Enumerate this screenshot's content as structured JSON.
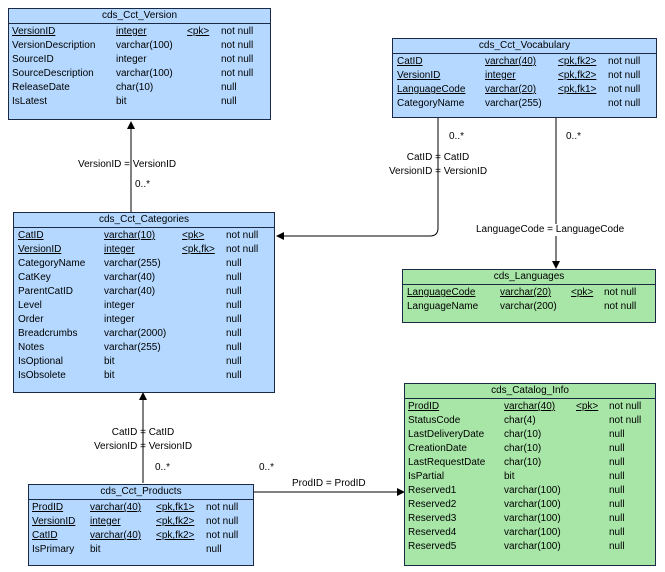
{
  "entities": {
    "version": {
      "title": "cds_Cct_Version",
      "columns": [
        {
          "name": "VersionID",
          "type": "integer",
          "key": "<pk>",
          "nullability": "not null",
          "is_key": true
        },
        {
          "name": "VersionDescription",
          "type": "varchar(100)",
          "key": "",
          "nullability": "not null",
          "is_key": false
        },
        {
          "name": "SourceID",
          "type": "integer",
          "key": "",
          "nullability": "not null",
          "is_key": false
        },
        {
          "name": "SourceDescription",
          "type": "varchar(100)",
          "key": "",
          "nullability": "not null",
          "is_key": false
        },
        {
          "name": "ReleaseDate",
          "type": "char(10)",
          "key": "",
          "nullability": "null",
          "is_key": false
        },
        {
          "name": "IsLatest",
          "type": "bit",
          "key": "",
          "nullability": "null",
          "is_key": false
        }
      ]
    },
    "vocabulary": {
      "title": "cds_Cct_Vocabulary",
      "columns": [
        {
          "name": "CatID",
          "type": "varchar(40)",
          "key": "<pk,fk2>",
          "nullability": "not null",
          "is_key": true
        },
        {
          "name": "VersionID",
          "type": "integer",
          "key": "<pk,fk2>",
          "nullability": "not null",
          "is_key": true
        },
        {
          "name": "LanguageCode",
          "type": "varchar(20)",
          "key": "<pk,fk1>",
          "nullability": "not null",
          "is_key": true
        },
        {
          "name": "CategoryName",
          "type": "varchar(255)",
          "key": "",
          "nullability": "not null",
          "is_key": false
        }
      ]
    },
    "categories": {
      "title": "cds_Cct_Categories",
      "columns": [
        {
          "name": "CatID",
          "type": "varchar(10)",
          "key": "<pk>",
          "nullability": "not null",
          "is_key": true
        },
        {
          "name": "VersionID",
          "type": "integer",
          "key": "<pk,fk>",
          "nullability": "not null",
          "is_key": true
        },
        {
          "name": "CategoryName",
          "type": "varchar(255)",
          "key": "",
          "nullability": "null",
          "is_key": false
        },
        {
          "name": "CatKey",
          "type": "varchar(40)",
          "key": "",
          "nullability": "null",
          "is_key": false
        },
        {
          "name": "ParentCatID",
          "type": "varchar(40)",
          "key": "",
          "nullability": "null",
          "is_key": false
        },
        {
          "name": "Level",
          "type": "integer",
          "key": "",
          "nullability": "null",
          "is_key": false
        },
        {
          "name": "Order",
          "type": "integer",
          "key": "",
          "nullability": "null",
          "is_key": false
        },
        {
          "name": "Breadcrumbs",
          "type": "varchar(2000)",
          "key": "",
          "nullability": "null",
          "is_key": false
        },
        {
          "name": "Notes",
          "type": "varchar(255)",
          "key": "",
          "nullability": "null",
          "is_key": false
        },
        {
          "name": "IsOptional",
          "type": "bit",
          "key": "",
          "nullability": "null",
          "is_key": false
        },
        {
          "name": "IsObsolete",
          "type": "bit",
          "key": "",
          "nullability": "null",
          "is_key": false
        }
      ]
    },
    "languages": {
      "title": "cds_Languages",
      "columns": [
        {
          "name": "LanguageCode",
          "type": "varchar(20)",
          "key": "<pk>",
          "nullability": "not null",
          "is_key": true
        },
        {
          "name": "LanguageName",
          "type": "varchar(200)",
          "key": "",
          "nullability": "not null",
          "is_key": false
        }
      ]
    },
    "catalog_info": {
      "title": "cds_Catalog_Info",
      "columns": [
        {
          "name": "ProdID",
          "type": "varchar(40)",
          "key": "<pk>",
          "nullability": "not null",
          "is_key": true
        },
        {
          "name": "StatusCode",
          "type": "char(4)",
          "key": "",
          "nullability": "not null",
          "is_key": false
        },
        {
          "name": "LastDeliveryDate",
          "type": "char(10)",
          "key": "",
          "nullability": "null",
          "is_key": false
        },
        {
          "name": "CreationDate",
          "type": "char(10)",
          "key": "",
          "nullability": "null",
          "is_key": false
        },
        {
          "name": "LastRequestDate",
          "type": "char(10)",
          "key": "",
          "nullability": "null",
          "is_key": false
        },
        {
          "name": "IsPartial",
          "type": "bit",
          "key": "",
          "nullability": "null",
          "is_key": false
        },
        {
          "name": "Reserved1",
          "type": "varchar(100)",
          "key": "",
          "nullability": "null",
          "is_key": false
        },
        {
          "name": "Reserved2",
          "type": "varchar(100)",
          "key": "",
          "nullability": "null",
          "is_key": false
        },
        {
          "name": "Reserved3",
          "type": "varchar(100)",
          "key": "",
          "nullability": "null",
          "is_key": false
        },
        {
          "name": "Reserved4",
          "type": "varchar(100)",
          "key": "",
          "nullability": "null",
          "is_key": false
        },
        {
          "name": "Reserved5",
          "type": "varchar(100)",
          "key": "",
          "nullability": "null",
          "is_key": false
        }
      ]
    },
    "products": {
      "title": "cds_Cct_Products",
      "columns": [
        {
          "name": "ProdID",
          "type": "varchar(40)",
          "key": "<pk,fk1>",
          "nullability": "not null",
          "is_key": true
        },
        {
          "name": "VersionID",
          "type": "integer",
          "key": "<pk,fk2>",
          "nullability": "not null",
          "is_key": true
        },
        {
          "name": "CatID",
          "type": "varchar(40)",
          "key": "<pk,fk2>",
          "nullability": "not null",
          "is_key": true
        },
        {
          "name": "IsPrimary",
          "type": "bit",
          "key": "",
          "nullability": "null",
          "is_key": false
        }
      ]
    }
  },
  "relationships": {
    "cat_version": {
      "join": "VersionID = VersionID",
      "cardinality": "0..*"
    },
    "vocab_cat": {
      "join_line1": "CatID = CatID",
      "join_line2": "VersionID = VersionID",
      "cardinality": "0..*"
    },
    "vocab_lang": {
      "join": "LanguageCode = LanguageCode",
      "cardinality": "0..*"
    },
    "prod_cat": {
      "join_line1": "CatID = CatID",
      "join_line2": "VersionID = VersionID",
      "cardinality": "0..*"
    },
    "prod_catalog": {
      "join": "ProdID = ProdID",
      "cardinality": "0..*"
    }
  },
  "colors": {
    "blue_entity": "#b4d8ff",
    "green_entity": "#a8e6a8",
    "border": "#1a2a44",
    "line": "#000000"
  }
}
